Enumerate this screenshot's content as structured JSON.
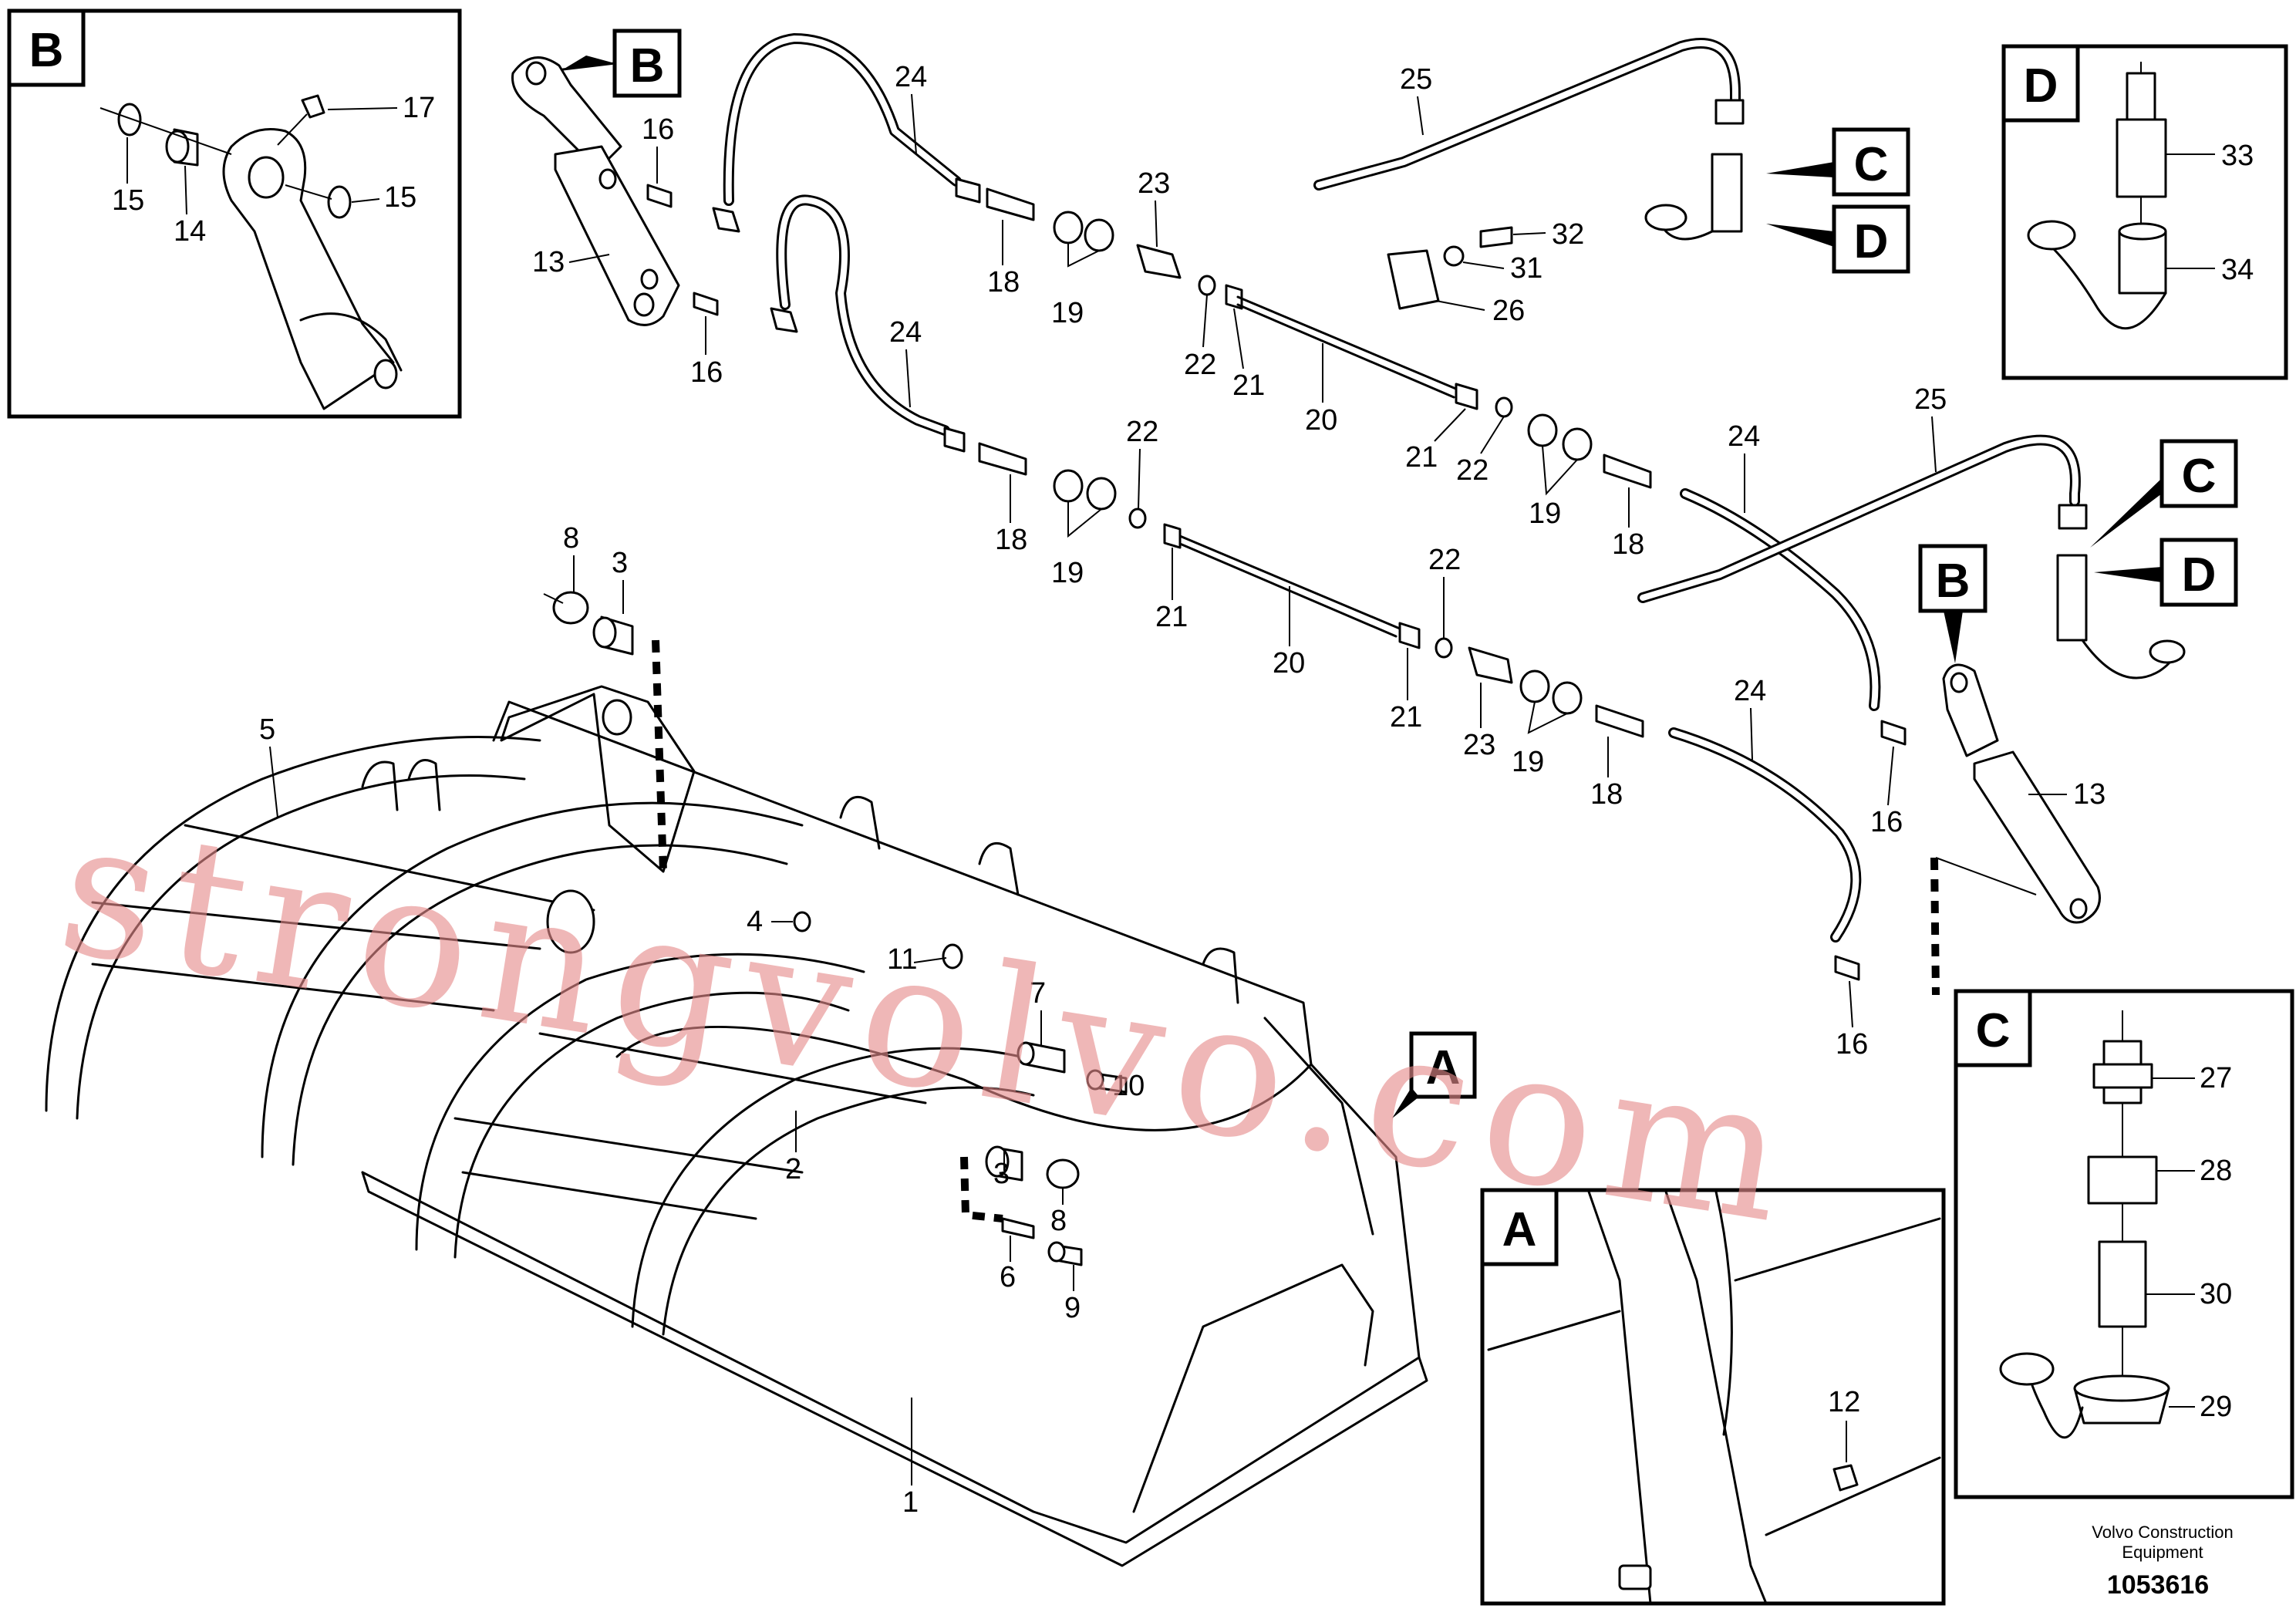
{
  "insets": {
    "b": "B",
    "d": "D",
    "c": "C",
    "a": "A"
  },
  "refs": {
    "b": "B",
    "c": "C",
    "d": "D",
    "a": "A"
  },
  "labels": {
    "n1": "1",
    "n2": "2",
    "n3": "3",
    "n4": "4",
    "n5": "5",
    "n6": "6",
    "n7": "7",
    "n8": "8",
    "n9": "9",
    "n10": "10",
    "n11": "11",
    "n12": "12",
    "n13": "13",
    "n14": "14",
    "n15": "15",
    "n16": "16",
    "n17": "17",
    "n18": "18",
    "n19": "19",
    "n20": "20",
    "n21": "21",
    "n22": "22",
    "n23": "23",
    "n24": "24",
    "n25": "25",
    "n26": "26",
    "n27": "27",
    "n28": "28",
    "n29": "29",
    "n30": "30",
    "n31": "31",
    "n32": "32",
    "n33": "33",
    "n34": "34"
  },
  "footer": {
    "brand_line1": "Volvo Construction",
    "brand_line2": "Equipment",
    "doc_number": "1053616"
  },
  "watermark": "strongvolvo.com"
}
